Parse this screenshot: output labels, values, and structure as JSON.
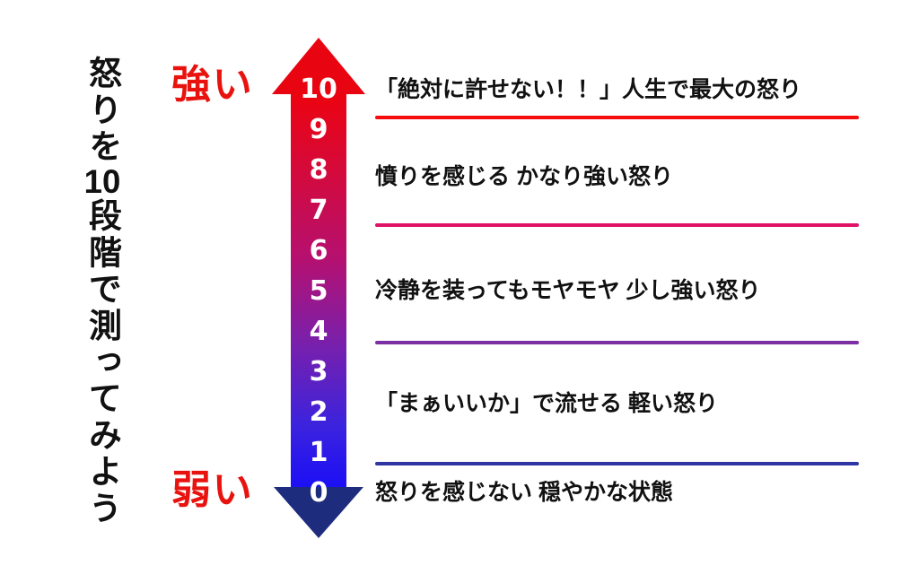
{
  "title": {
    "part1": "怒りを",
    "digits": "10",
    "part2": "段階で測ってみよう"
  },
  "axis": {
    "top_label": "強い",
    "bottom_label": "弱い",
    "label_color": "#e8130e"
  },
  "arrow": {
    "direction": "vertical-double",
    "scale": [
      "10",
      "9",
      "8",
      "7",
      "6",
      "5",
      "4",
      "3",
      "2",
      "1",
      "0"
    ],
    "head_top_color": "#e80410",
    "head_bottom_color": "#1e2c7e",
    "gradient": [
      "#ec030f",
      "#d40a3c",
      "#b51070",
      "#7d1fa8",
      "#3c23dd",
      "#1b0ff5"
    ]
  },
  "rows": [
    {
      "level": "10",
      "text": "「絶対に許せない！！」人生で最大の怒り",
      "line_color": "#f50d0d"
    },
    {
      "level": "8",
      "text": "憤りを感じる かなり強い怒り",
      "line_color": "#df1266"
    },
    {
      "level": "5",
      "text": "冷静を装ってもモヤモヤ 少し強い怒り",
      "line_color": "#7b2fa3"
    },
    {
      "level": "2",
      "text": "「まぁいいか」で流せる 軽い怒り",
      "line_color": "#2f35a2"
    },
    {
      "level": "0",
      "text": "怒りを感じない 穏やかな状態",
      "line_color": ""
    }
  ]
}
